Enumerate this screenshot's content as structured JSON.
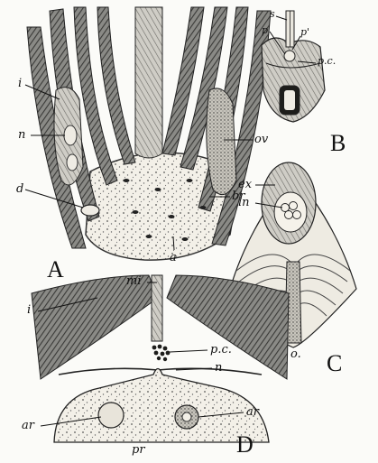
{
  "figure": {
    "panels": {
      "A": {
        "letter": "A",
        "labels": {
          "i": "i",
          "n": "n",
          "d": "d",
          "ov": "ov",
          "br": "br",
          "a": "a"
        }
      },
      "B": {
        "letter": "B",
        "labels": {
          "s": "s",
          "p": "p",
          "p_prime": "p'",
          "pc": "p.c."
        }
      },
      "C": {
        "letter": "C",
        "labels": {
          "ex": "ex",
          "in": "in",
          "o": "o."
        }
      },
      "D": {
        "letter": "D",
        "labels": {
          "mi": "mi",
          "i": "i",
          "pc": "p.c.",
          "n": "n",
          "ar_left": "ar",
          "ar_right": "ar",
          "pr": "pr"
        }
      }
    }
  }
}
